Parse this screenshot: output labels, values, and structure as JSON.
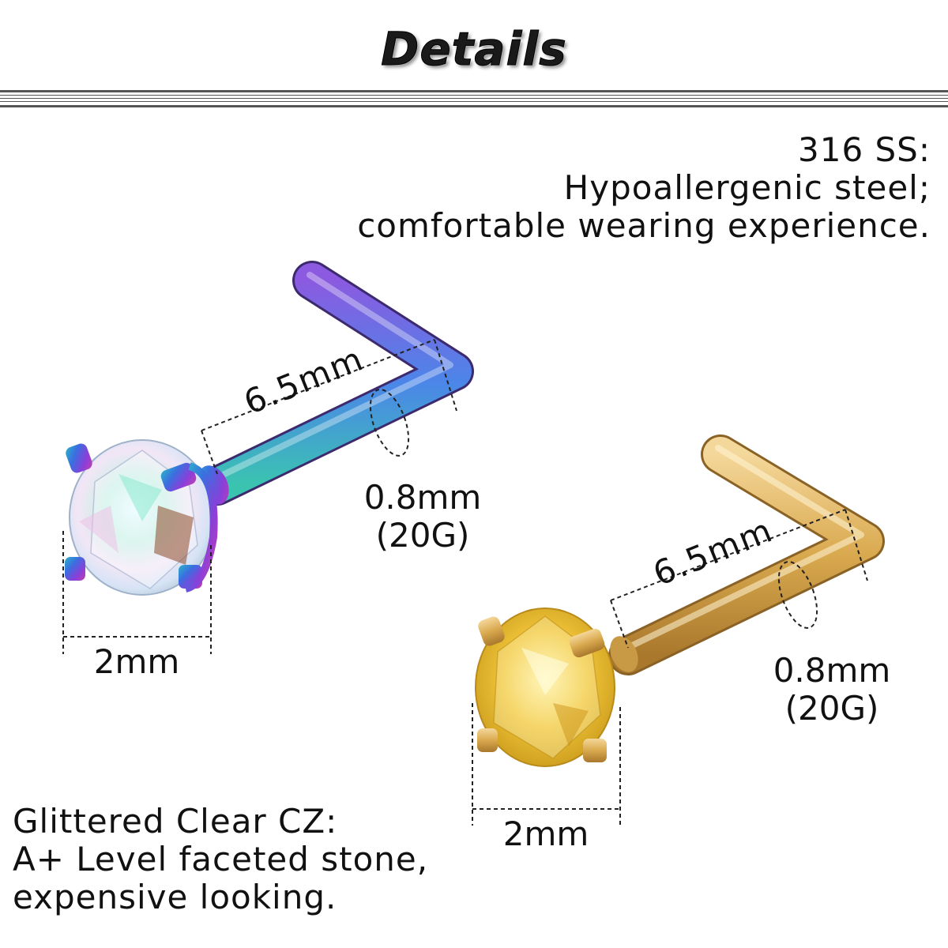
{
  "title": "Details",
  "material": {
    "line1": "316 SS:",
    "line2": "Hypoallergenic steel;",
    "line3": "comfortable wearing experience."
  },
  "stone": {
    "line1": "Glittered Clear CZ:",
    "line2": "A+ Level faceted stone,",
    "line3": "expensive looking."
  },
  "products": [
    {
      "finish": "rainbow",
      "length_label": "6.5mm",
      "gauge_label_1": "0.8mm",
      "gauge_label_2": "(20G)",
      "stone_label": "2mm"
    },
    {
      "finish": "gold",
      "length_label": "6.5mm",
      "gauge_label_1": "0.8mm",
      "gauge_label_2": "(20G)",
      "stone_label": "2mm"
    }
  ],
  "colors": {
    "gold": "#d9a94f",
    "yellow_stone": "#f0c43a",
    "rainbow_start": "#2bb4c9",
    "rainbow_end": "#8a3fd9",
    "dim_line": "#222222"
  }
}
